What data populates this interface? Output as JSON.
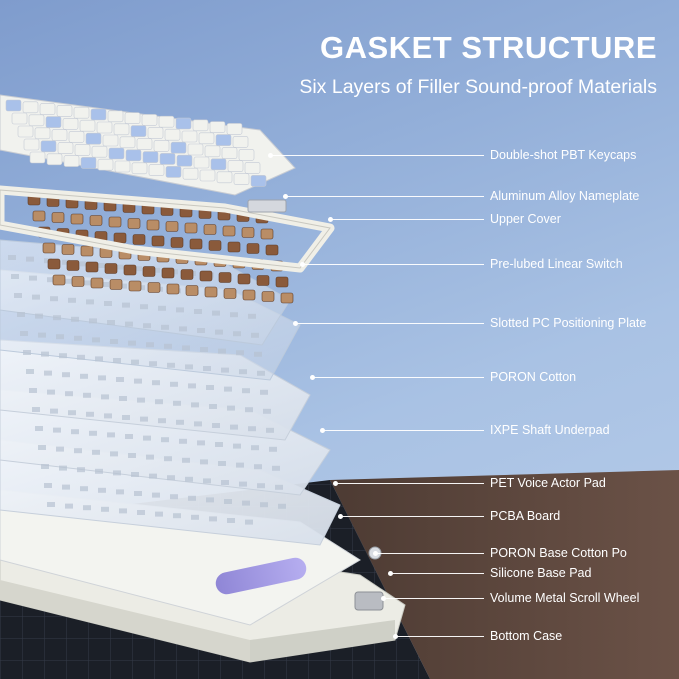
{
  "title": "GASKET STRUCTURE",
  "subtitle": "Six Layers of Filler Sound-proof Materials",
  "layers": [
    {
      "label": "Double-shot PBT Keycaps"
    },
    {
      "label": "Aluminum Alloy Nameplate"
    },
    {
      "label": "Upper Cover"
    },
    {
      "label": "Pre-lubed Linear Switch"
    },
    {
      "label": "Slotted PC Positioning Plate"
    },
    {
      "label": "PORON Cotton"
    },
    {
      "label": "IXPE Shaft Underpad"
    },
    {
      "label": "PET Voice Actor Pad"
    },
    {
      "label": "PCBA Board"
    },
    {
      "label": "PORON Base Cotton Po"
    },
    {
      "label": "Silicone Base Pad"
    },
    {
      "label": "Volume Metal Scroll Wheel"
    },
    {
      "label": "Bottom Case"
    }
  ],
  "colors": {
    "background": "#93afd9",
    "keycap_white": "#f1f2ee",
    "keycap_blue": "#a9c1ea",
    "switch_brown": "#8a5a3b",
    "accent_purple": "#9f96e4",
    "text": "#ffffff"
  }
}
